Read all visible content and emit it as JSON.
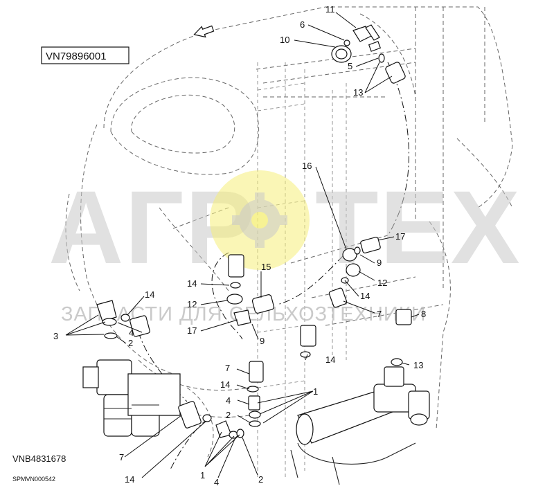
{
  "drawing": {
    "code_top": "VN79896001",
    "code_bottom": "VNB4831678",
    "sheet_id": "SPMVN000542"
  },
  "watermark": {
    "logo_left": "АГР",
    "logo_right": "ТЕХ",
    "tagline": "ЗАПЧАСТИ ДЛЯ СЕЛЬХОЗТЕХНИКИ",
    "logo_color": "#f5ef7a"
  },
  "callouts": {
    "c11": "11",
    "c6": "6",
    "c10": "10",
    "c5": "5",
    "c13a": "13",
    "c16": "16",
    "c17a": "17",
    "c9a": "9",
    "c12a": "12",
    "c14a": "14",
    "c7a": "7",
    "c8": "8",
    "c15": "15",
    "c14b": "14",
    "c12b": "12",
    "c17b": "17",
    "c9b": "9",
    "c14c": "14",
    "c4a": "4",
    "c3": "3",
    "c2a": "2",
    "c14d": "14",
    "c13b": "13",
    "c7b": "7",
    "c14e": "14",
    "c1a": "1",
    "c4b": "4",
    "c2b": "2",
    "c7c": "7",
    "c14f": "14",
    "c1b": "1",
    "c4c": "4",
    "c2c": "2"
  }
}
